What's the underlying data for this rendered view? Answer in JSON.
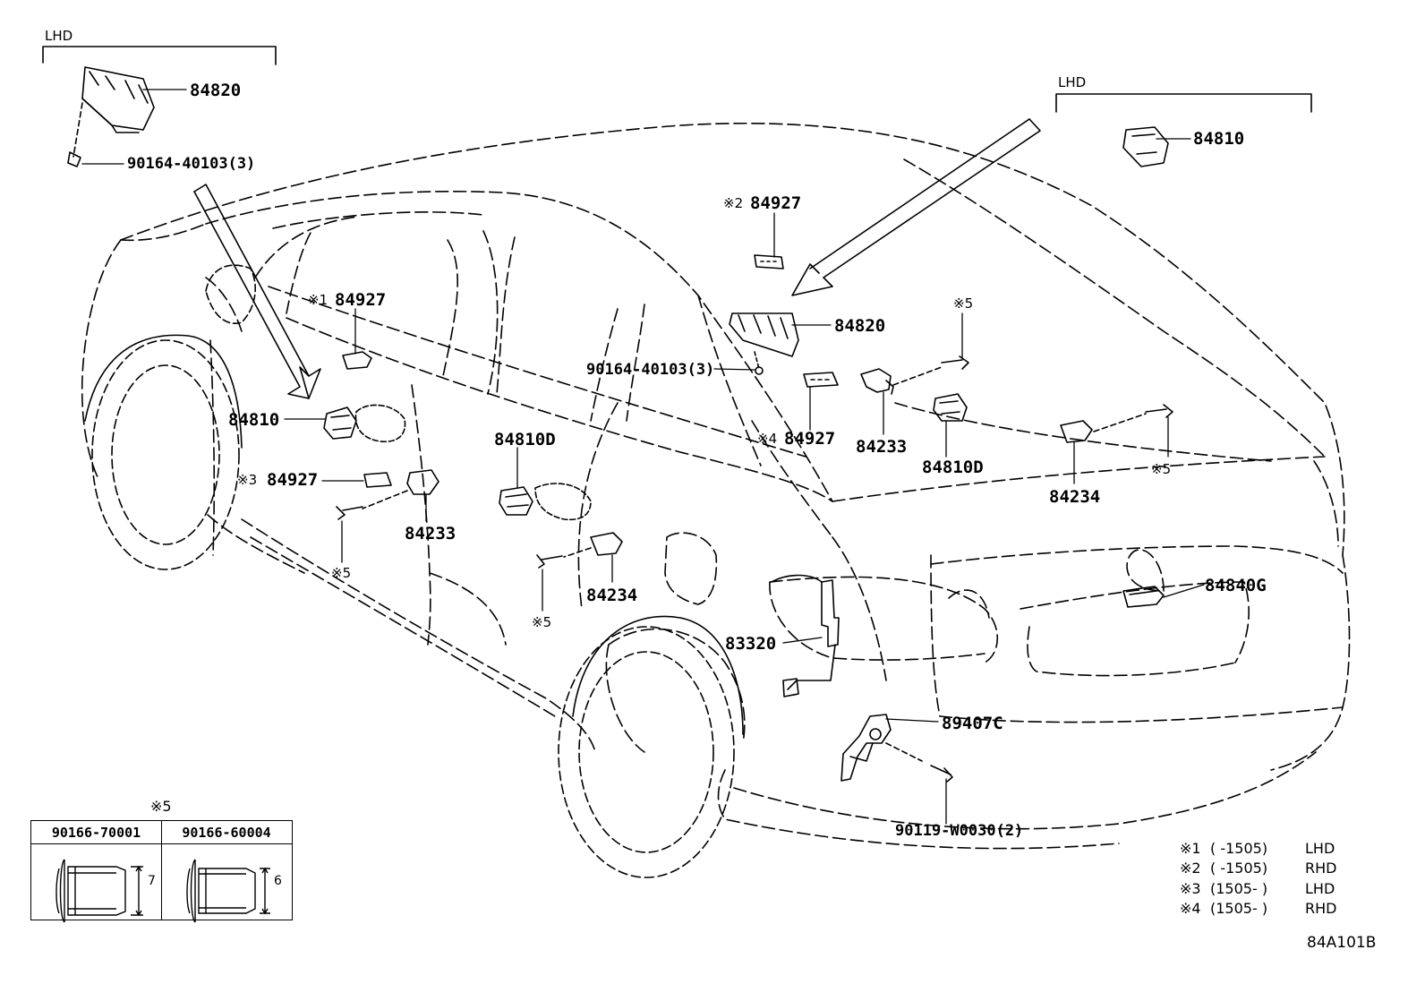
{
  "group_labels": {
    "lhd_left": "LHD",
    "lhd_right": "LHD"
  },
  "callouts": {
    "p84820_top": "84820",
    "p90164_top": "90164-40103(3)",
    "p84810_top": "84810",
    "p84927_n2": "84927",
    "n2_mark": "※2",
    "p84927_n1": "84927",
    "n1_mark": "※1",
    "p84820_mid": "84820",
    "p90164_mid": "90164-40103(3)",
    "n5_a": "※5",
    "p84810_left": "84810",
    "p84927_n4": "84927",
    "n4_mark": "※4",
    "p84233_right": "84233",
    "p84810D_right": "84810D",
    "p84234_right": "84234",
    "n5_b": "※5",
    "p84810D_left": "84810D",
    "p84927_n3": "84927",
    "n3_mark": "※3",
    "p84233_left": "84233",
    "n5_c": "※5",
    "p84234_left": "84234",
    "n5_d": "※5",
    "p84840G": "84840G",
    "p83320": "83320",
    "p89407C": "89407C",
    "p90119": "90119-W0030(2)"
  },
  "bolt_table": {
    "title": "※5",
    "columns": [
      {
        "part": "90166-70001",
        "dimension": "7"
      },
      {
        "part": "90166-60004",
        "dimension": "6"
      }
    ]
  },
  "footnotes": [
    {
      "mark": "※1",
      "range": "(      -1505)",
      "drive": "LHD"
    },
    {
      "mark": "※2",
      "range": "(      -1505)",
      "drive": "RHD"
    },
    {
      "mark": "※3",
      "range": "(1505-      )",
      "drive": "LHD"
    },
    {
      "mark": "※4",
      "range": "(1505-      )",
      "drive": "RHD"
    }
  ],
  "drawing_code": "84A101B",
  "colors": {
    "line": "#000000",
    "background": "#ffffff"
  }
}
